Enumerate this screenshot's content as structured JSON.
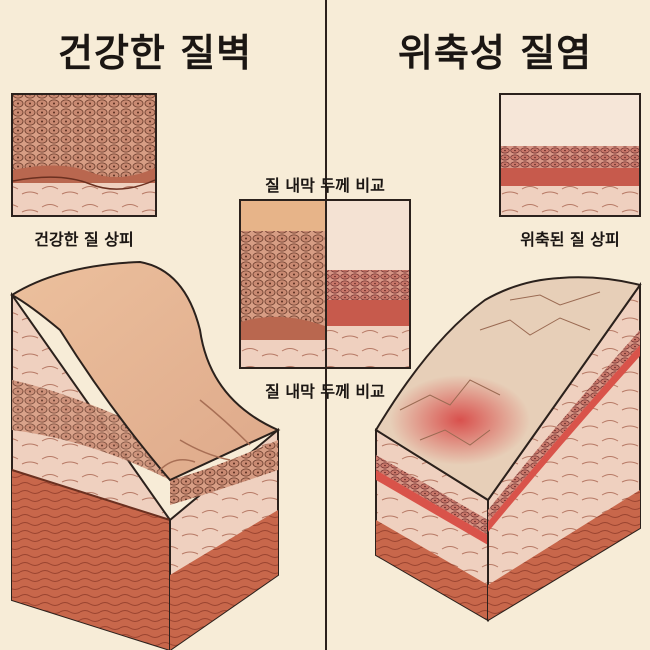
{
  "left": {
    "title": "건강한 질벽",
    "inset_label": "건강한 질 상피"
  },
  "right": {
    "title": "위축성 질염",
    "inset_label": "위축된 질 상피"
  },
  "center": {
    "label_top": "질 내막 두께 비교",
    "label_bottom": "질 내막 두께 비교"
  },
  "colors": {
    "background": "#f7ecd7",
    "tissue_pink": "#edc6b4",
    "cell_fill": "#c98f78",
    "muscle": "#c8674b",
    "inflamed": "#d94848",
    "outline": "#3a2a22"
  }
}
